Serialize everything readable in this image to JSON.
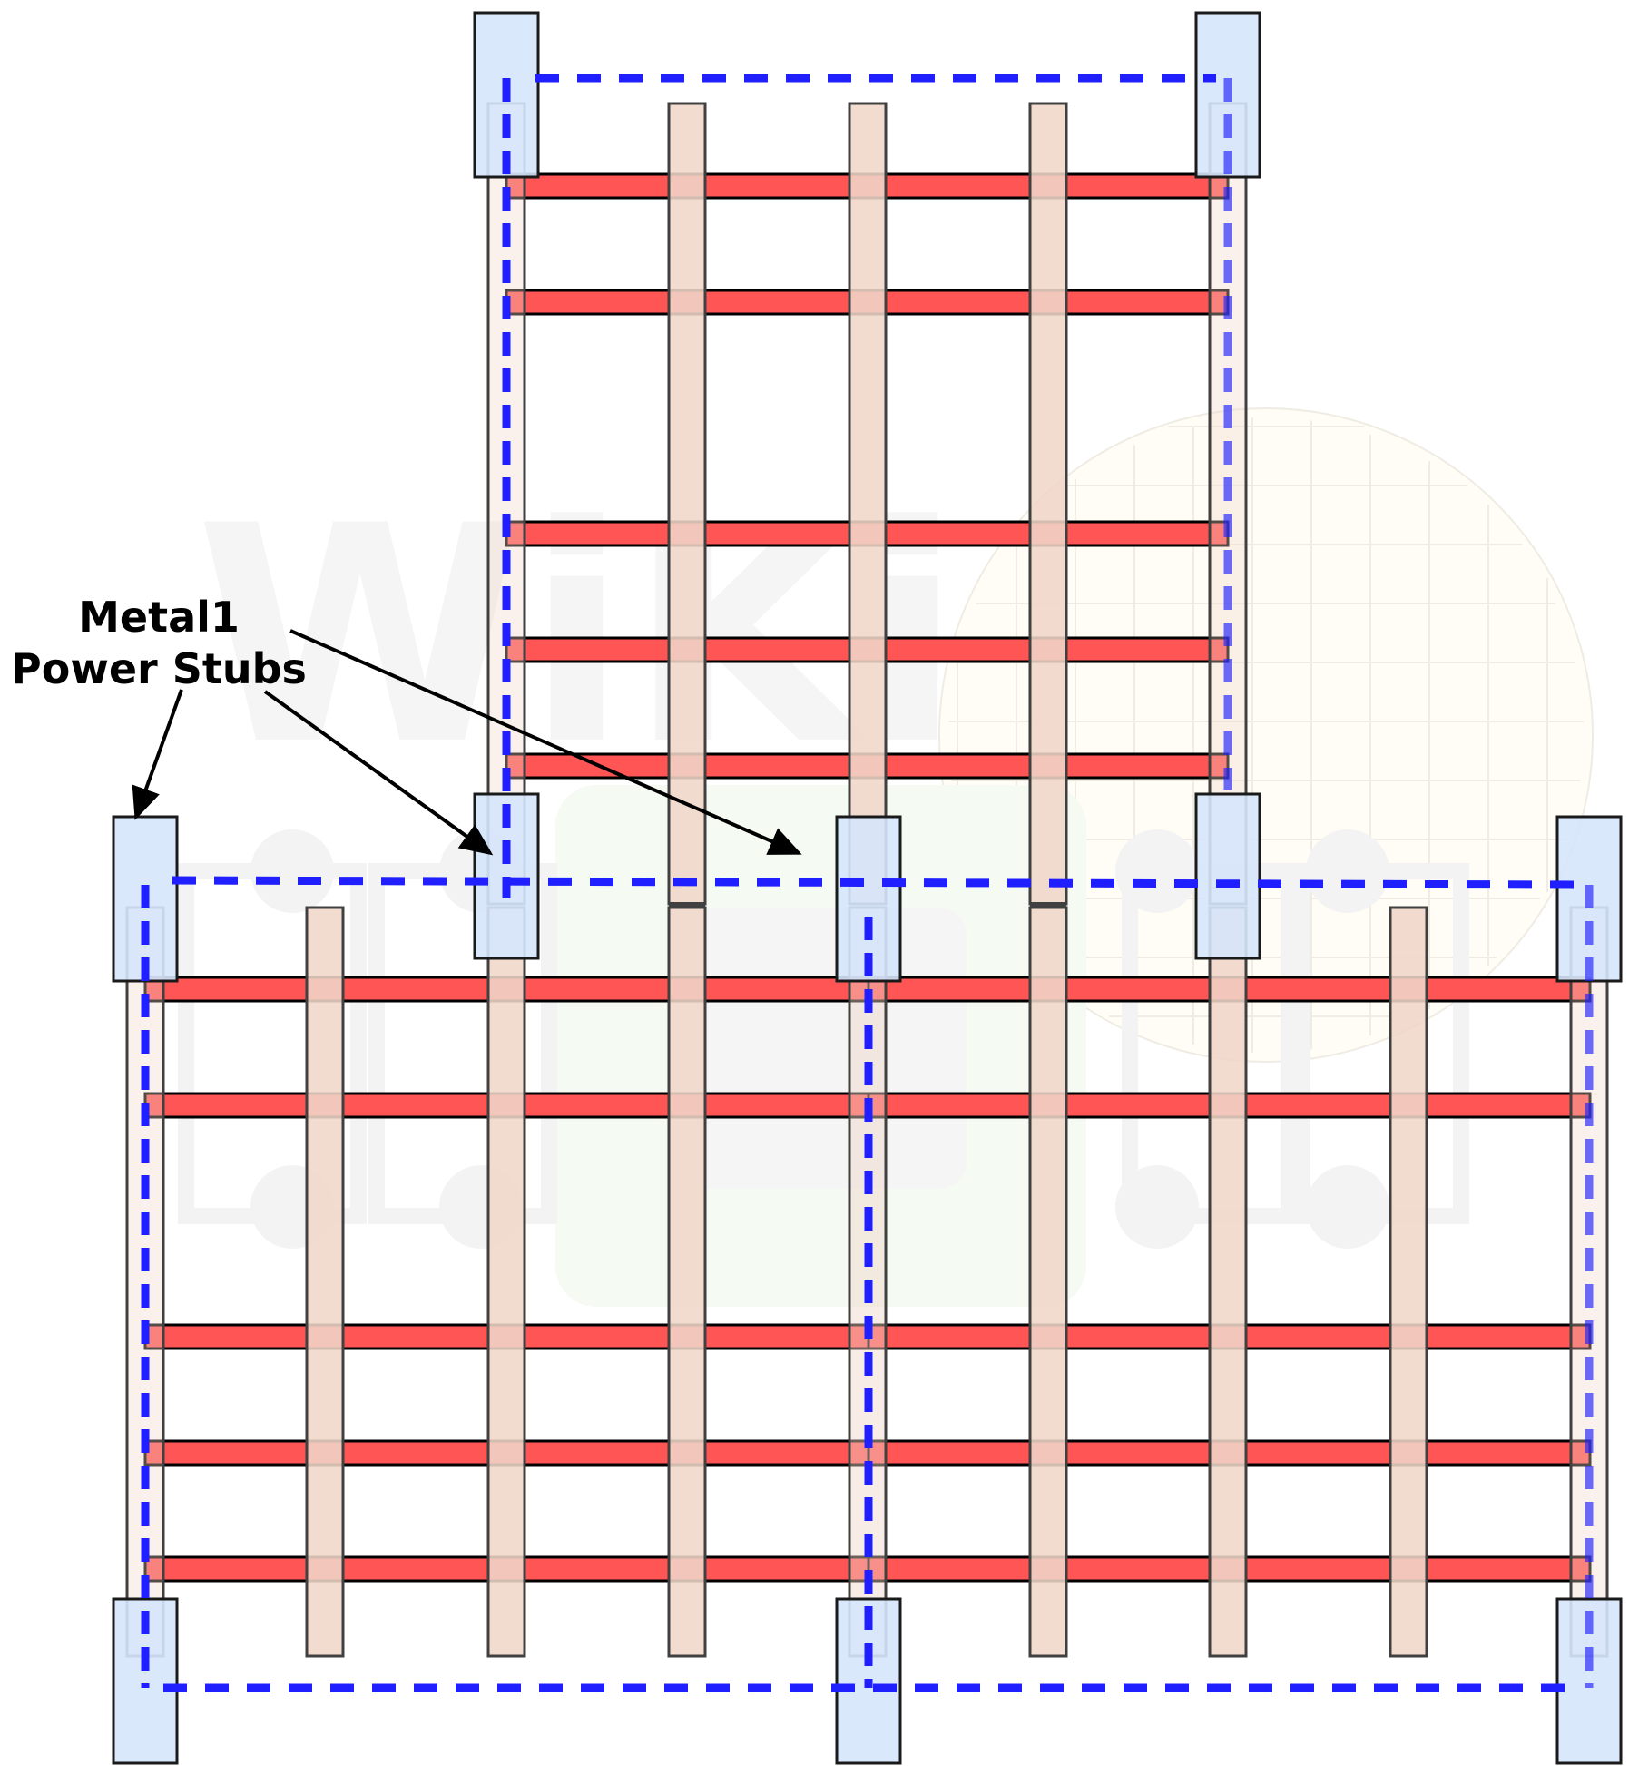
{
  "callout": {
    "line1": "Metal1",
    "line2": "Power Stubs"
  },
  "watermark": {
    "text": "WiKi",
    "kind": "logo-watermark"
  },
  "icons": [
    "arrow-icon",
    "wafer-logo-icon",
    "chip-logo-icon"
  ],
  "colors": {
    "metal1": "#ff5555",
    "poly": "#f0d6c8",
    "pad": "#d6e6fc",
    "power_path": "#1f1fff",
    "arrow": "#000000",
    "outline": "#404040"
  }
}
